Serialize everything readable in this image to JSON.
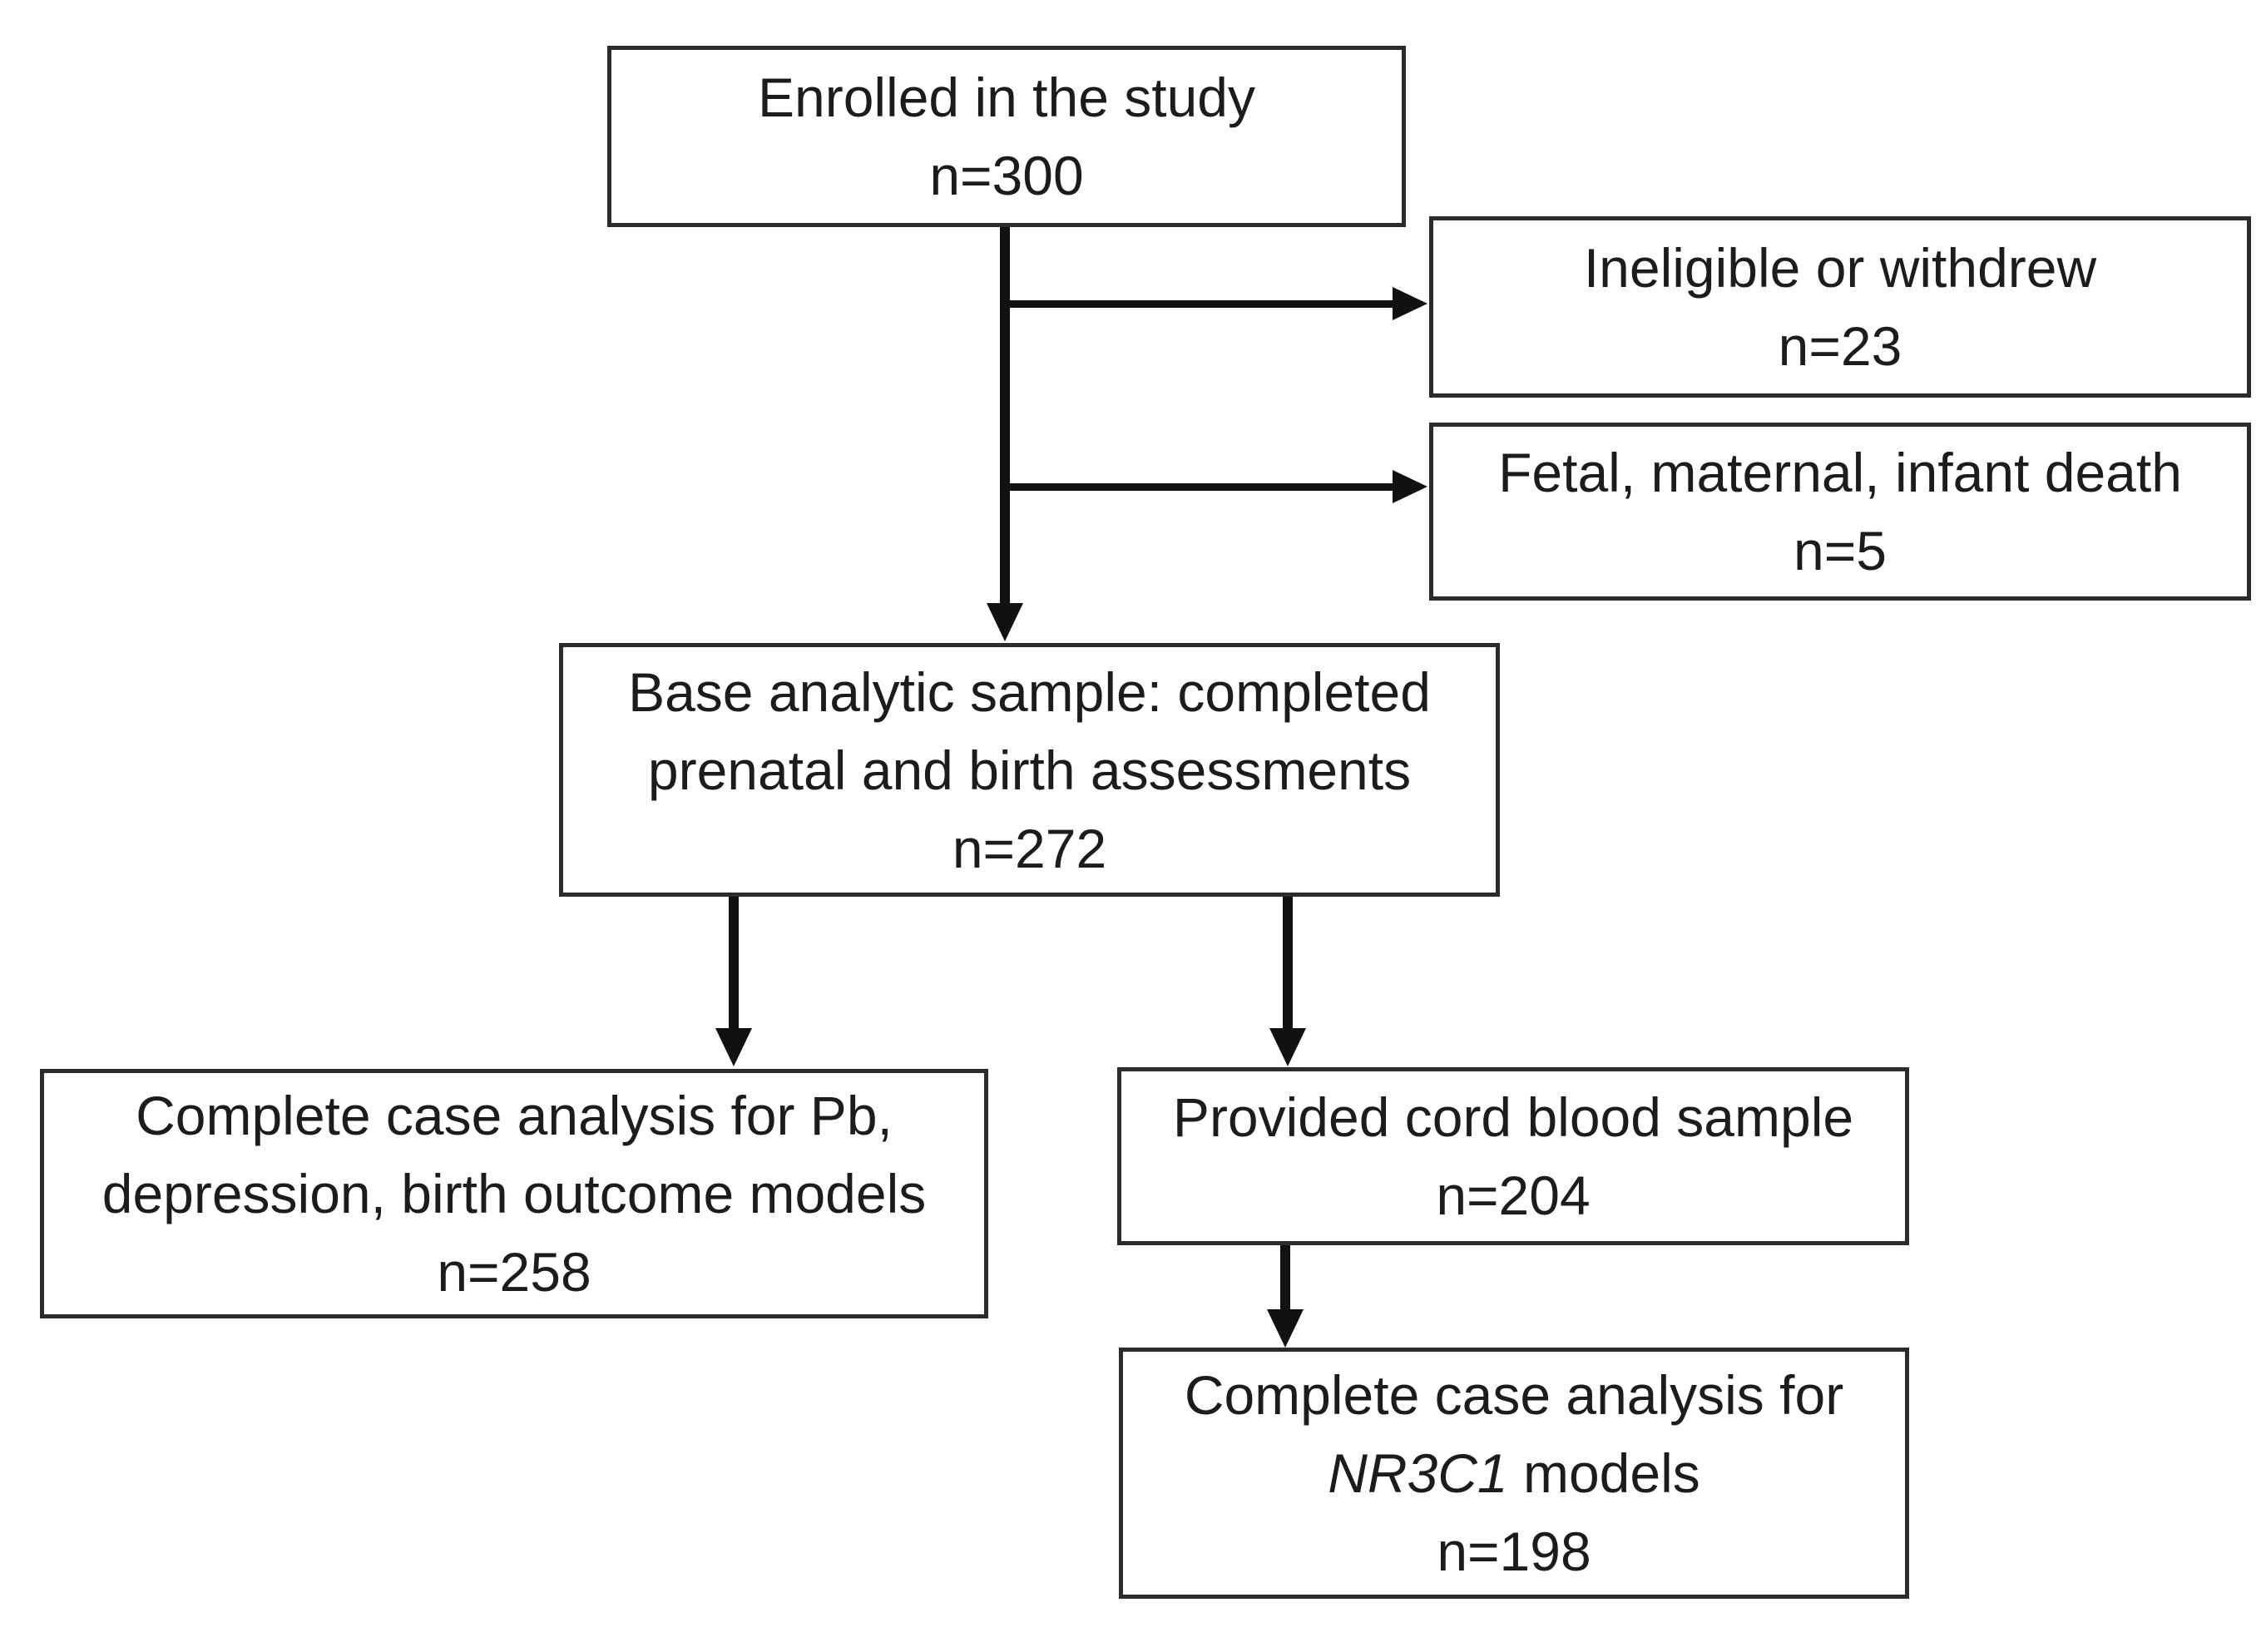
{
  "diagram": {
    "type": "flowchart",
    "nodes": {
      "enrolled": {
        "line1": "Enrolled in the study",
        "count": "n=300"
      },
      "ineligible": {
        "line1": "Ineligible or withdrew",
        "count": "n=23"
      },
      "fetal_death": {
        "line1": "Fetal, maternal, infant death",
        "count": "n=5"
      },
      "base_sample": {
        "line1": "Base analytic sample: completed",
        "line2": "prenatal and birth assessments",
        "count": "n=272"
      },
      "pb_models": {
        "line1": "Complete case analysis for Pb,",
        "line2": "depression, birth outcome models",
        "count": "n=258"
      },
      "cord_blood": {
        "line1": "Provided cord blood sample",
        "count": "n=204"
      },
      "nr3c1_models": {
        "line1": "Complete case analysis for",
        "gene": "NR3C1",
        "line2_rest": "models",
        "count": "n=198"
      }
    },
    "edges": [
      {
        "from": "enrolled",
        "to": "ineligible"
      },
      {
        "from": "enrolled",
        "to": "fetal_death"
      },
      {
        "from": "enrolled",
        "to": "base_sample"
      },
      {
        "from": "base_sample",
        "to": "pb_models"
      },
      {
        "from": "base_sample",
        "to": "cord_blood"
      },
      {
        "from": "cord_blood",
        "to": "nr3c1_models"
      }
    ]
  },
  "colors": {
    "background": "#ffffff",
    "box_border": "#2b2b2b",
    "text": "#1c1c1c",
    "arrow": "#111111"
  }
}
